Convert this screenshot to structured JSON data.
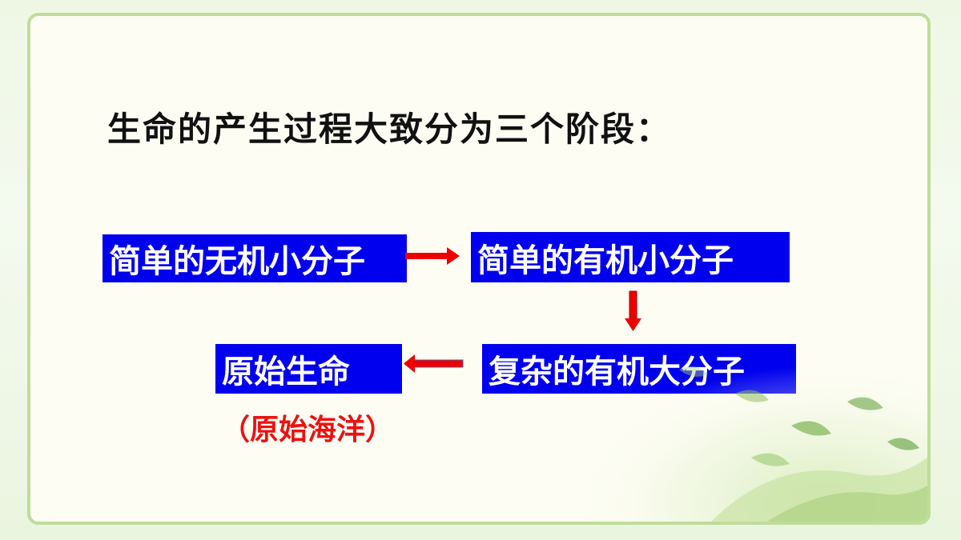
{
  "title": "生命的产生过程大致分为三个阶段：",
  "diagram": {
    "stage1": "简单的无机小分子",
    "stage2": "简单的有机小分子",
    "stage3": "复杂的有机大分子",
    "stage4": "原始生命",
    "stage4_note": "（原始海洋）"
  },
  "colors": {
    "box_fill": "#0000ee",
    "box_text": "#ffffff",
    "arrow": "#ee0000",
    "note": "#ee1111",
    "border": "#bfdc9a"
  }
}
